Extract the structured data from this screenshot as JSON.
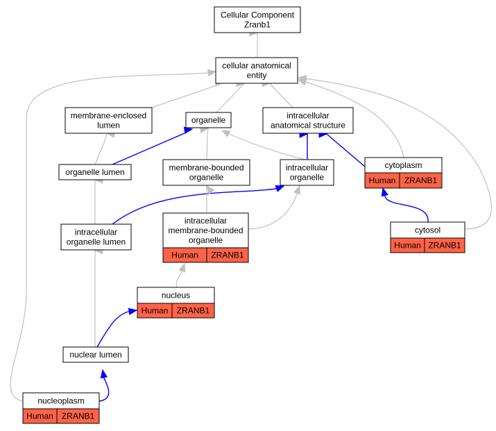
{
  "colors": {
    "annotation_fill": "#ff6347",
    "edge_is_a": "#c0c0c0",
    "edge_part_of": "#0000ff"
  },
  "nodes": [
    {
      "id": "root",
      "lines": [
        "Cellular Component",
        "Zranb1"
      ]
    },
    {
      "id": "cae",
      "lines": [
        "cellular anatomical",
        "entity"
      ]
    },
    {
      "id": "mel",
      "lines": [
        "membrane-enclosed",
        "lumen"
      ]
    },
    {
      "id": "organelle",
      "lines": [
        "organelle"
      ]
    },
    {
      "id": "ias",
      "lines": [
        "intracellular",
        "anatomical structure"
      ]
    },
    {
      "id": "olumen",
      "lines": [
        "organelle lumen"
      ]
    },
    {
      "id": "mbo",
      "lines": [
        "membrane-bounded",
        "organelle"
      ]
    },
    {
      "id": "io",
      "lines": [
        "intracellular",
        "organelle"
      ]
    },
    {
      "id": "cytoplasm",
      "lines": [
        "cytoplasm"
      ],
      "annotations": [
        "Human",
        "ZRANB1"
      ]
    },
    {
      "id": "iol",
      "lines": [
        "intracellular",
        "organelle lumen"
      ]
    },
    {
      "id": "imbo",
      "lines": [
        "intracellular",
        "membrane-bounded",
        "organelle"
      ],
      "annotations": [
        "Human",
        "ZRANB1"
      ]
    },
    {
      "id": "cytosol",
      "lines": [
        "cytosol"
      ],
      "annotations": [
        "Human",
        "ZRANB1"
      ]
    },
    {
      "id": "nucleus",
      "lines": [
        "nucleus"
      ],
      "annotations": [
        "Human",
        "ZRANB1"
      ]
    },
    {
      "id": "nlumen",
      "lines": [
        "nuclear lumen"
      ]
    },
    {
      "id": "nucleoplasm",
      "lines": [
        "nucleoplasm"
      ],
      "annotations": [
        "Human",
        "ZRANB1"
      ]
    }
  ],
  "edges": [
    {
      "from": "cae",
      "to": "root",
      "type": "is_a"
    },
    {
      "from": "mel",
      "to": "cae",
      "type": "is_a"
    },
    {
      "from": "organelle",
      "to": "cae",
      "type": "is_a"
    },
    {
      "from": "ias",
      "to": "cae",
      "type": "is_a"
    },
    {
      "from": "olumen",
      "to": "mel",
      "type": "is_a"
    },
    {
      "from": "olumen",
      "to": "organelle",
      "type": "part_of"
    },
    {
      "from": "mbo",
      "to": "organelle",
      "type": "is_a"
    },
    {
      "from": "io",
      "to": "organelle",
      "type": "is_a"
    },
    {
      "from": "io",
      "to": "ias",
      "type": "part_of"
    },
    {
      "from": "cytoplasm",
      "to": "ias",
      "type": "part_of"
    },
    {
      "from": "cytoplasm",
      "to": "cae",
      "type": "is_a"
    },
    {
      "from": "iol",
      "to": "olumen",
      "type": "is_a"
    },
    {
      "from": "iol",
      "to": "io",
      "type": "part_of"
    },
    {
      "from": "imbo",
      "to": "mbo",
      "type": "is_a"
    },
    {
      "from": "imbo",
      "to": "io",
      "type": "is_a"
    },
    {
      "from": "cytosol",
      "to": "cytoplasm",
      "type": "part_of"
    },
    {
      "from": "cytosol",
      "to": "cae",
      "type": "is_a"
    },
    {
      "from": "nucleus",
      "to": "imbo",
      "type": "is_a"
    },
    {
      "from": "nlumen",
      "to": "iol",
      "type": "is_a"
    },
    {
      "from": "nlumen",
      "to": "nucleus",
      "type": "part_of"
    },
    {
      "from": "nucleoplasm",
      "to": "nlumen",
      "type": "part_of"
    },
    {
      "from": "nucleoplasm",
      "to": "cae",
      "type": "is_a"
    }
  ]
}
